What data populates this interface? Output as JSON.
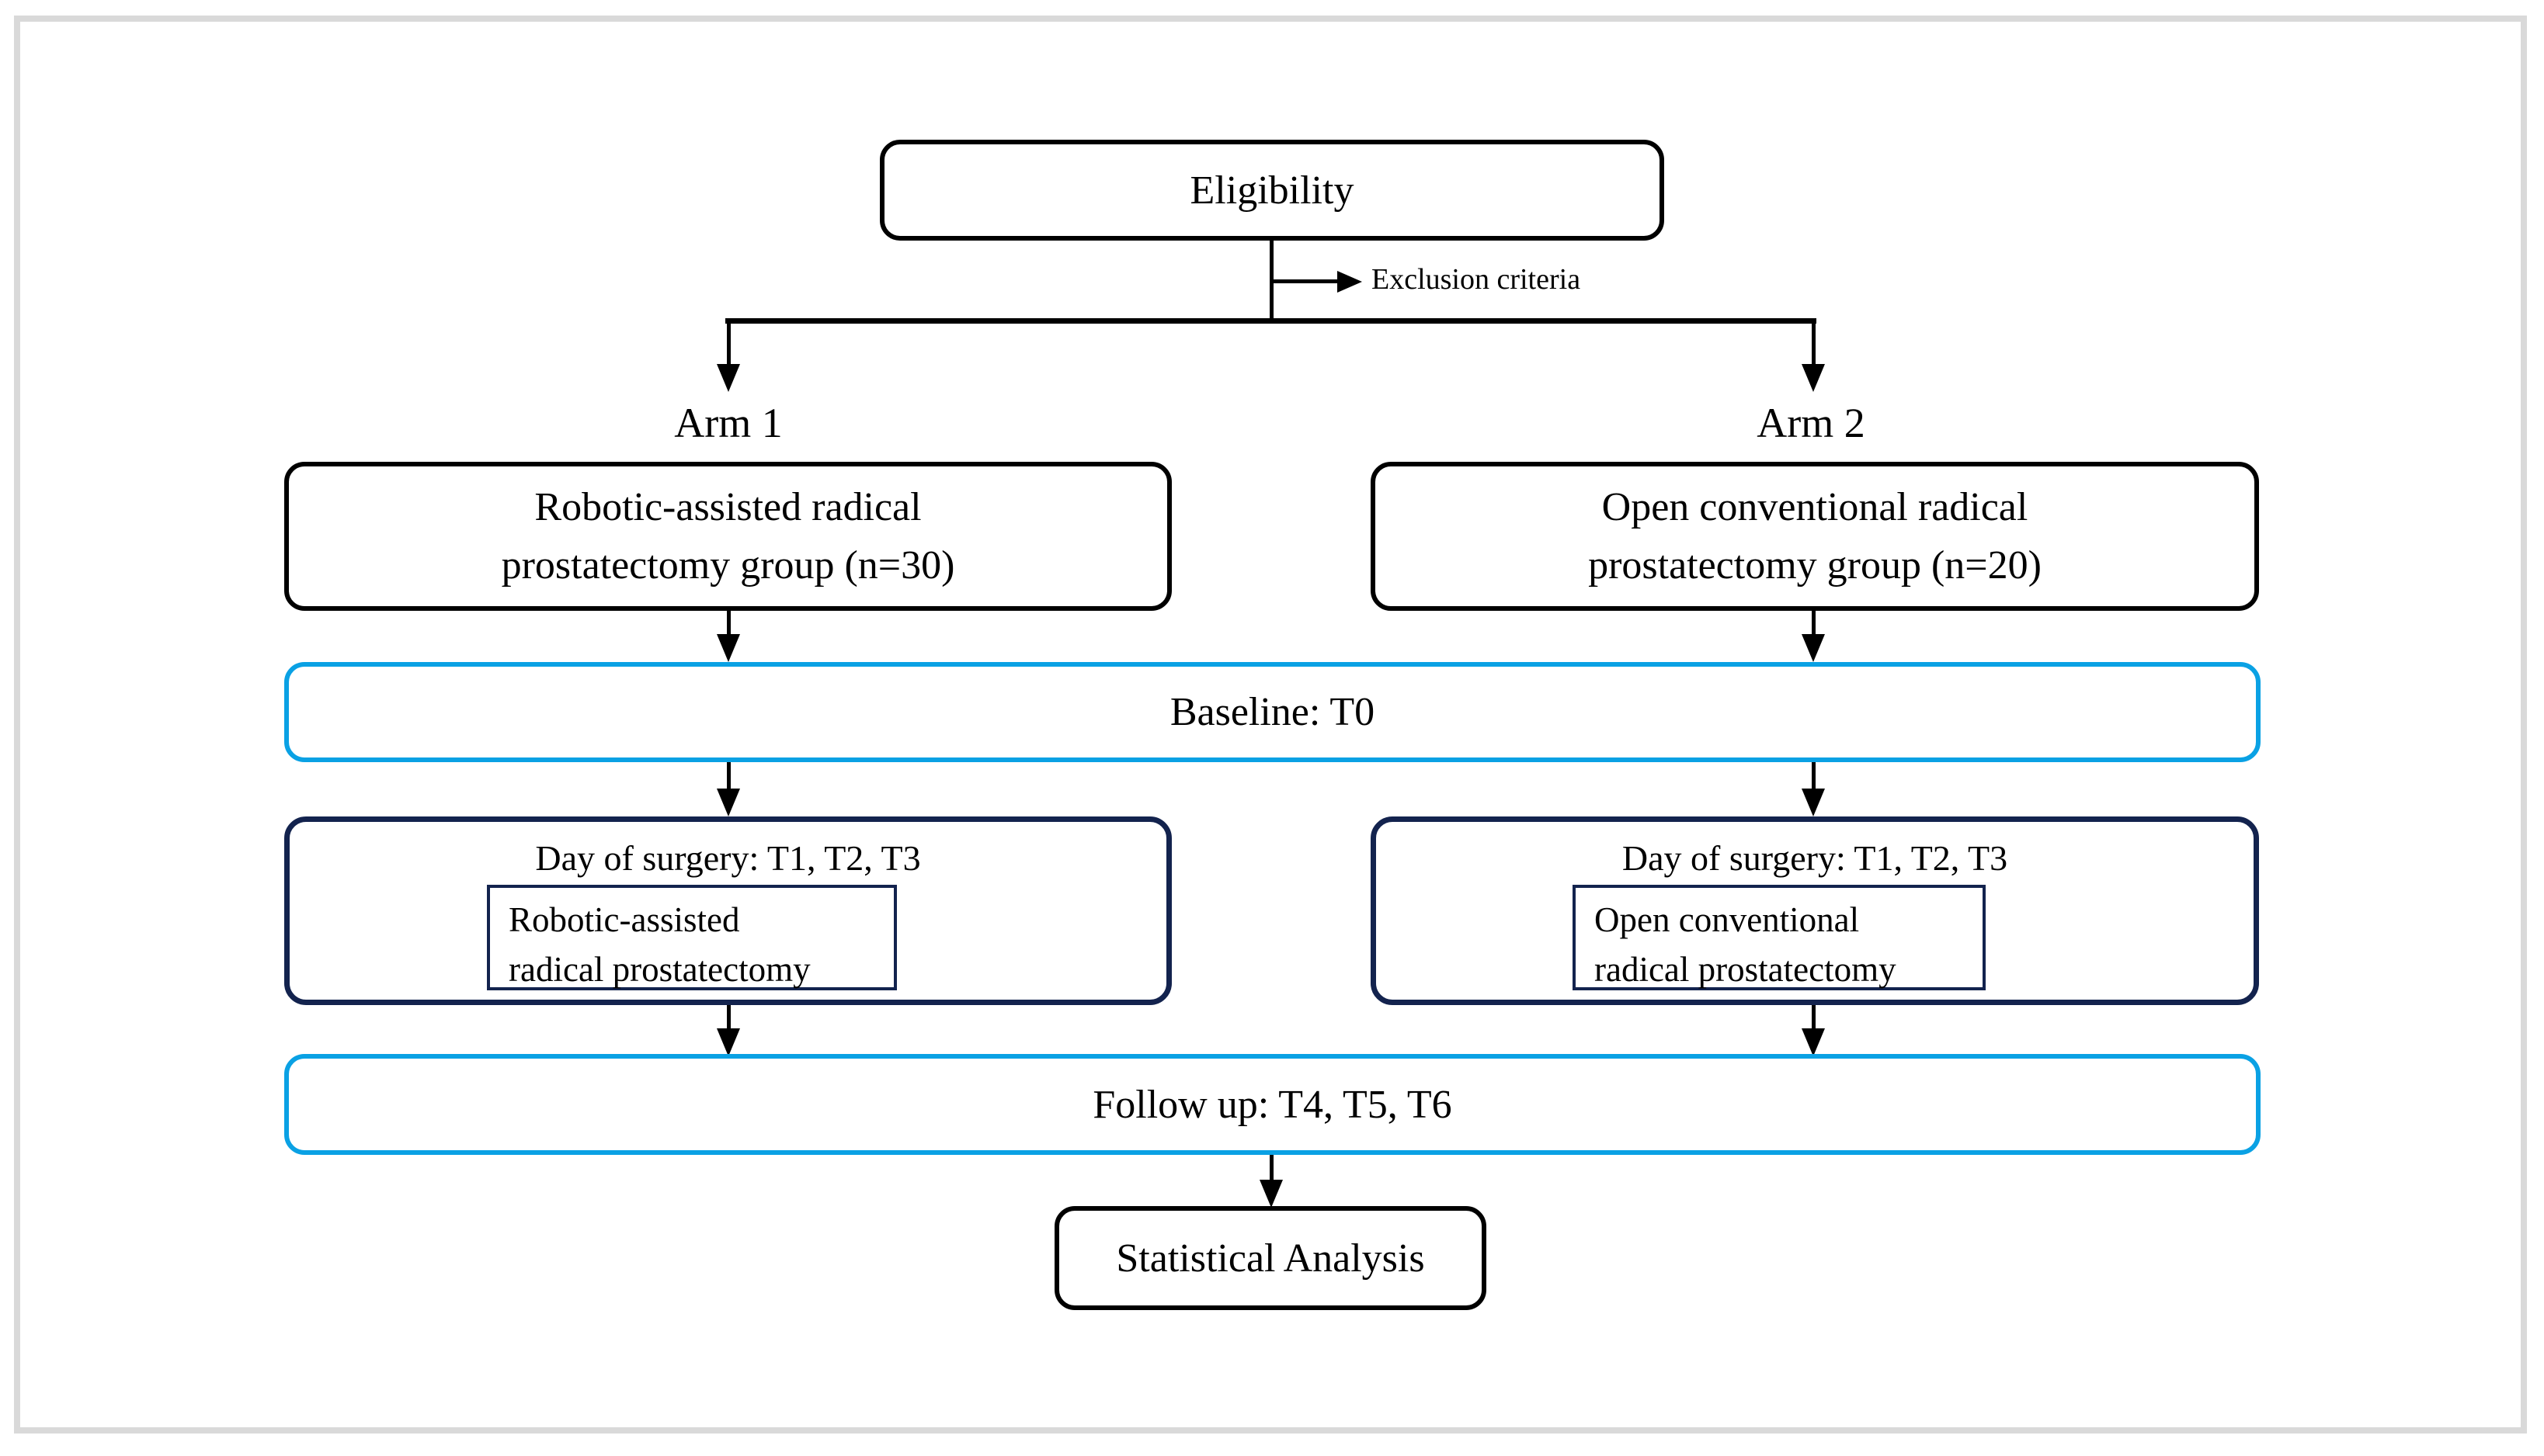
{
  "figure": {
    "eligibility_label": "Eligibility",
    "exclusion_label": "Exclusion criteria",
    "arm1": {
      "label": "Arm 1",
      "group_line1": "Robotic-assisted radical",
      "group_line2": "prostatectomy group (n=30)",
      "surgery_title": "Day of surgery: T1, T2, T3",
      "procedure_line1": "Robotic-assisted",
      "procedure_line2": "radical prostatectomy"
    },
    "arm2": {
      "label": "Arm 2",
      "group_line1": "Open conventional radical",
      "group_line2": "prostatectomy group (n=20)",
      "surgery_title": "Day of surgery: T1, T2, T3",
      "procedure_line1": "Open conventional",
      "procedure_line2": "radical prostatectomy"
    },
    "baseline_label": "Baseline: T0",
    "follow_up_label": "Follow up: T4, T5, T6",
    "statistical_label": "Statistical Analysis",
    "colors": {
      "accent_blue": "#0aa1e4",
      "navy": "#13234e",
      "line_black": "#000000",
      "frame_gray": "#d9d9d9"
    }
  }
}
